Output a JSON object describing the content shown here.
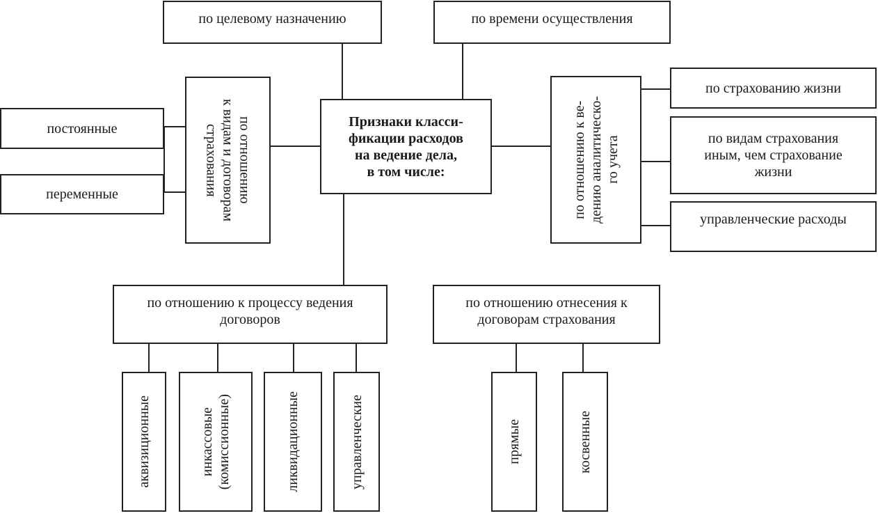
{
  "center": "Признаки класси-\nфикации расходов\nна ведение дела,\nв том числе:",
  "by_purpose": "по целевому назначению",
  "by_time": "по времени осуществления",
  "insurance_types": {
    "header": "по отношению\nк видам и договорам\nстрахования",
    "items": [
      "постоянные",
      "переменные"
    ]
  },
  "analytical": {
    "header": "по отношению к ве-\nдению аналитическо-\nго учета",
    "items": [
      "по страхованию жизни",
      "по видам страхования\nиным, чем страхование\nжизни",
      "управленческие расходы"
    ]
  },
  "contract_process": {
    "header": "по отношению к процессу ведения\nдоговоров",
    "items": [
      "аквизиционные",
      "инкассовые\n(комиссионные)",
      "ликвидационные",
      "управленческие"
    ]
  },
  "assignment": {
    "header": "по отношению отнесения к\nдоговорам страхования",
    "items": [
      "прямые",
      "косвенные"
    ]
  }
}
